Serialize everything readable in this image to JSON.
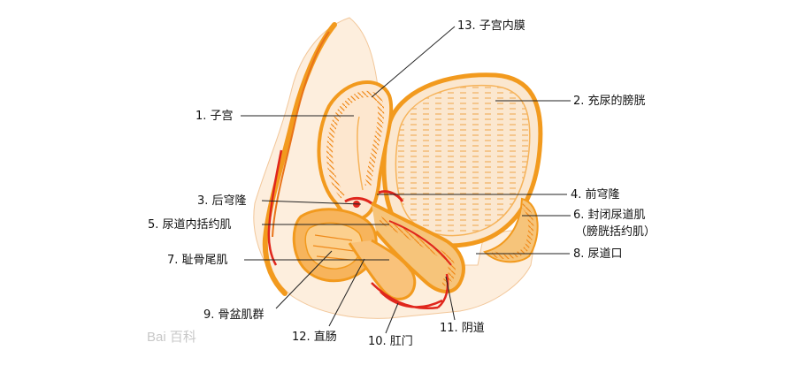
{
  "labels": {
    "uterus": "1. 子宫",
    "full_bladder": "2. 充尿的膀胱",
    "posterior_fornix": "3. 后穹隆",
    "anterior_fornix": "4. 前穹隆",
    "urethral_closure_muscle_line1": "6. 封闭尿道肌",
    "urethral_closure_muscle_line2": "（膀胱括约肌）",
    "internal_urethral_sphincter": "5. 尿道内括约肌",
    "pubococcygeus": "7. 耻骨尾肌",
    "urethral_orifice": "8. 尿道口",
    "pelvic_muscles": "9. 骨盆肌群",
    "anus": "10. 肛门",
    "vagina": "11. 阴道",
    "rectum": "12. 直肠",
    "endometrium": "13. 子宫内膜"
  },
  "watermark": "Bai 百科",
  "colors": {
    "background": "#ffffff",
    "tissue_light": "#fbe6cf",
    "tissue_mid": "#f6c47a",
    "muscle_orange": "#f29a1e",
    "muscle_deep": "#e8731a",
    "vessel_red": "#e0261c",
    "bladder_fill": "#fbe7cf",
    "line_color": "#222222"
  }
}
